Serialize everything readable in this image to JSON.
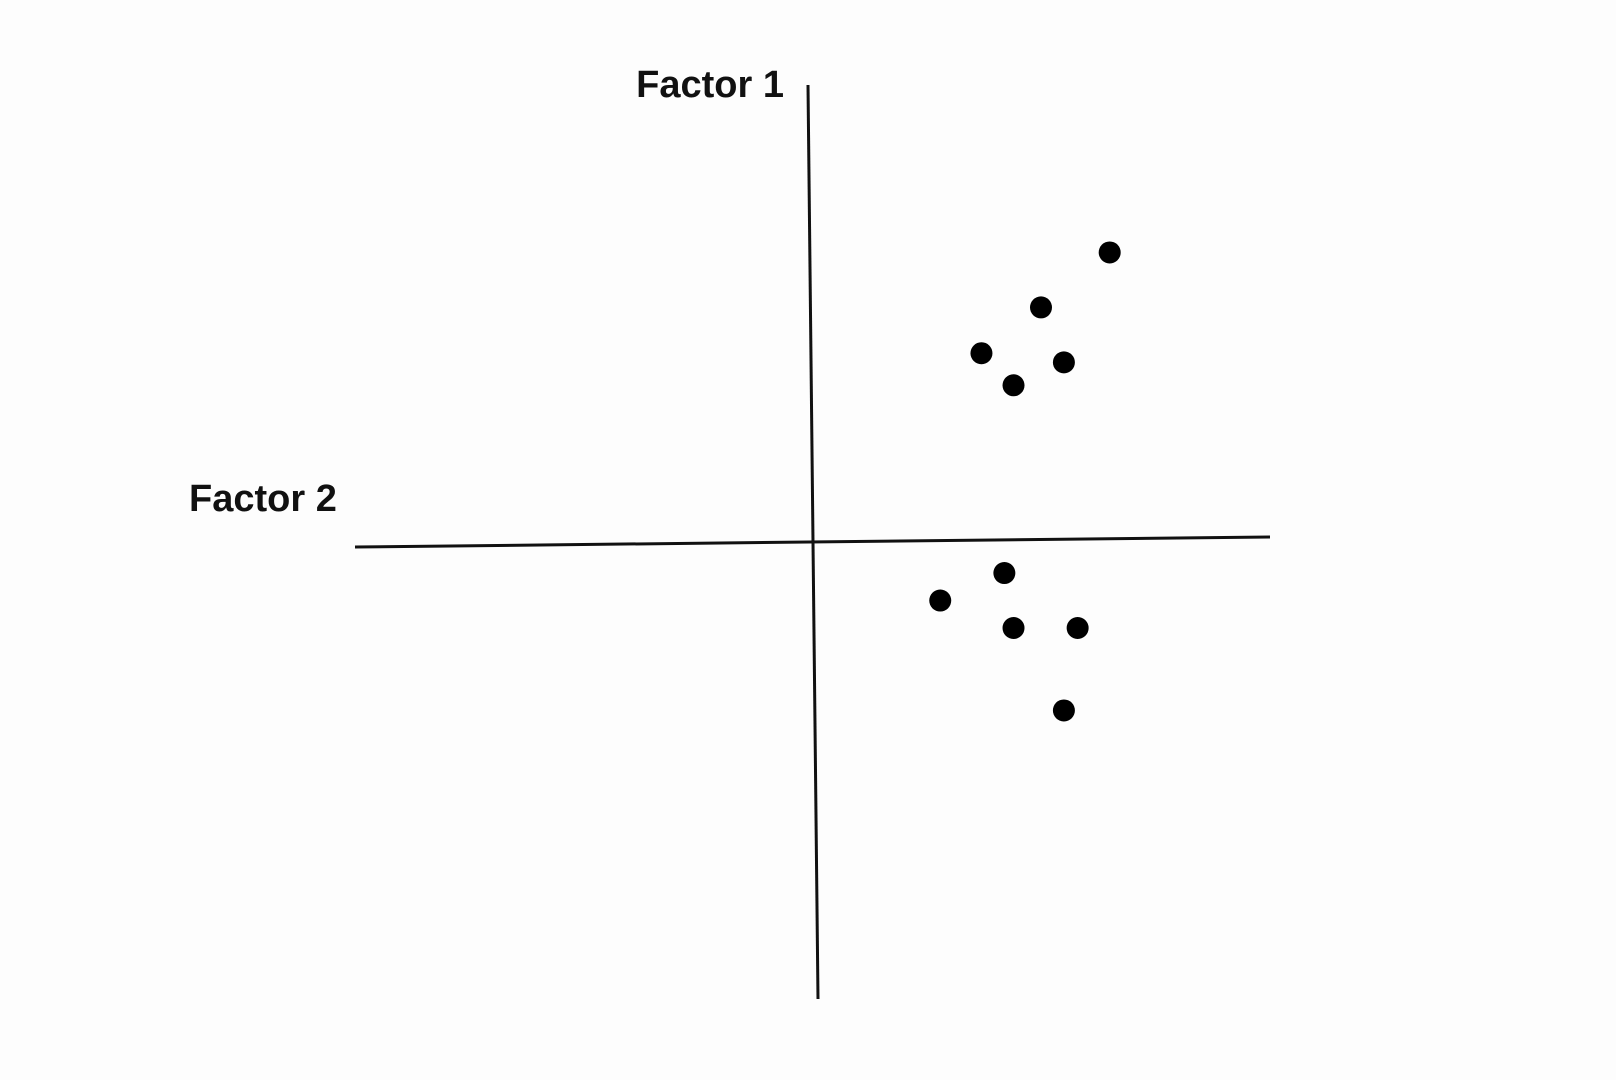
{
  "chart_data": {
    "type": "scatter",
    "title": "",
    "ylabel": "Factor 1",
    "xlabel": "Factor 2",
    "xlim": [
      -1,
      1
    ],
    "ylim": [
      -1,
      1
    ],
    "grid": false,
    "points": [
      {
        "x": 0.65,
        "y": 0.63
      },
      {
        "x": 0.5,
        "y": 0.51
      },
      {
        "x": 0.37,
        "y": 0.41
      },
      {
        "x": 0.55,
        "y": 0.39
      },
      {
        "x": 0.44,
        "y": 0.34
      },
      {
        "x": 0.42,
        "y": -0.07
      },
      {
        "x": 0.28,
        "y": -0.13
      },
      {
        "x": 0.44,
        "y": -0.19
      },
      {
        "x": 0.58,
        "y": -0.19
      },
      {
        "x": 0.55,
        "y": -0.37
      }
    ],
    "color": "#000000"
  }
}
